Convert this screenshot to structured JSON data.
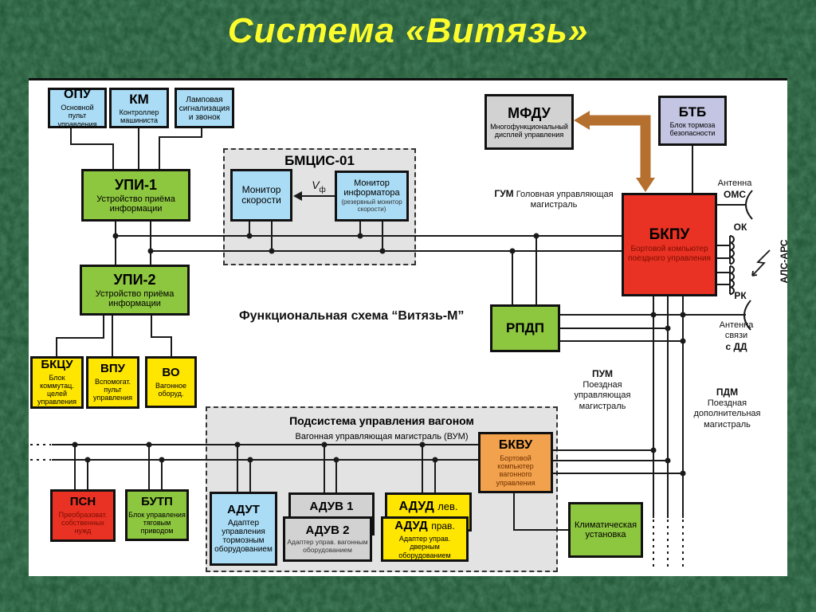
{
  "slide_title": "Система «Витязь»",
  "diagram_caption": "Функциональная схема “Витязь-М”",
  "colors": {
    "background_green": "#1d4e2e",
    "title_yellow": "#fcfc2d",
    "block_blue": "#aadcf5",
    "block_green": "#8dc63f",
    "block_yellow": "#ffe600",
    "block_red": "#e93223",
    "block_orange": "#f2a24c",
    "block_gray": "#d2d2d2",
    "block_lavender": "#c4c5e2",
    "arrow_brown": "#b5702f"
  },
  "blocks": {
    "opu": {
      "title": "ОПУ",
      "sub": "Основной пульт управления"
    },
    "km": {
      "title": "КМ",
      "sub": "Контроллер машиниста"
    },
    "lamp": {
      "sub": "Ламповая сигнализация и звонок"
    },
    "upi1": {
      "title": "УПИ-1",
      "sub": "Устройство приёма информации"
    },
    "upi2": {
      "title": "УПИ-2",
      "sub": "Устройство приёма информации"
    },
    "bkcu": {
      "title": "БКЦУ",
      "sub": "Блок коммутац. целей управления"
    },
    "vpu": {
      "title": "ВПУ",
      "sub": "Вспомогат. пульт управления"
    },
    "vo": {
      "title": "ВО",
      "sub": "Вагонное оборуд."
    },
    "bmcis": {
      "title": "БМЦИС-01"
    },
    "mon_speed": {
      "title": "Монитор скорости"
    },
    "mon_inf": {
      "title": "Монитор информатора",
      "sub": "(резервный монитор скорости)"
    },
    "mfdu": {
      "title": "МФДУ",
      "sub": "Многофункциональный дисплей управления"
    },
    "btb": {
      "title": "БТБ",
      "sub": "Блок тормоза безопасности"
    },
    "bkpu": {
      "title": "БКПУ",
      "sub": "Бортовой компьютер поездного управления"
    },
    "rpdp": {
      "title": "РПДП"
    },
    "subsystem": {
      "title": "Подсистема управления вагоном",
      "sub": "Вагонная управляющая магистраль (ВУМ)"
    },
    "bkvu": {
      "title": "БКВУ",
      "sub": "Бортовой компьютер вагонного управления"
    },
    "psn": {
      "title": "ПСН",
      "sub": "Преобразоват. собственных нужд"
    },
    "butp": {
      "title": "БУТП",
      "sub": "Блок управления тяговым приводом"
    },
    "adut": {
      "title": "АДУТ",
      "sub": "Адаптер управления тормозным оборудованием"
    },
    "aduv1": {
      "title": "АДУВ 1"
    },
    "aduv2": {
      "title": "АДУВ 2",
      "sub": "Адаптер управ. вагонным оборудованием"
    },
    "adud_left": {
      "title": "АДУД",
      "suffix": "лев."
    },
    "adud_right": {
      "title": "АДУД",
      "suffix": "прав.",
      "sub": "Адаптер управ. дверным оборудованием"
    },
    "klimat": {
      "title": "Климатическая установка"
    }
  },
  "labels": {
    "gum_abbr": "ГУМ",
    "gum_text": "Головная управляющая магистраль",
    "pum_abbr": "ПУМ",
    "pum_text": "Поездная управляющая магистраль",
    "pdm_abbr": "ПДМ",
    "pdm_text": "Поездная дополнительная магистраль",
    "antenna_oms_line1": "Антенна",
    "antenna_oms_line2": "ОМС",
    "ok": "ОК",
    "rk": "РК",
    "als_ars": "АЛС-АРС",
    "antenna_dd_line1": "Антенна",
    "antenna_dd_line2": "связи",
    "antenna_dd_line3": "с ДД",
    "vf_main": "V",
    "vf_sub": "ф"
  }
}
